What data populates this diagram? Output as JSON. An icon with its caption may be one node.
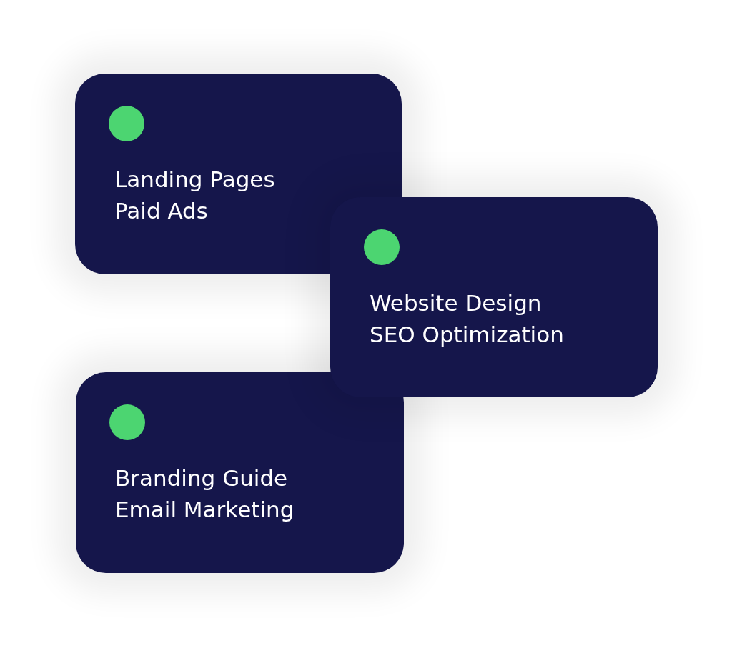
{
  "diagram": {
    "nodes": [
      {
        "text": [
          "Landing Pages",
          "Paid Ads"
        ]
      },
      {
        "text": [
          "Website Design",
          "SEO Optimization"
        ]
      },
      {
        "text": [
          "Branding Guide",
          "Email Marketing"
        ]
      }
    ],
    "edges": []
  }
}
